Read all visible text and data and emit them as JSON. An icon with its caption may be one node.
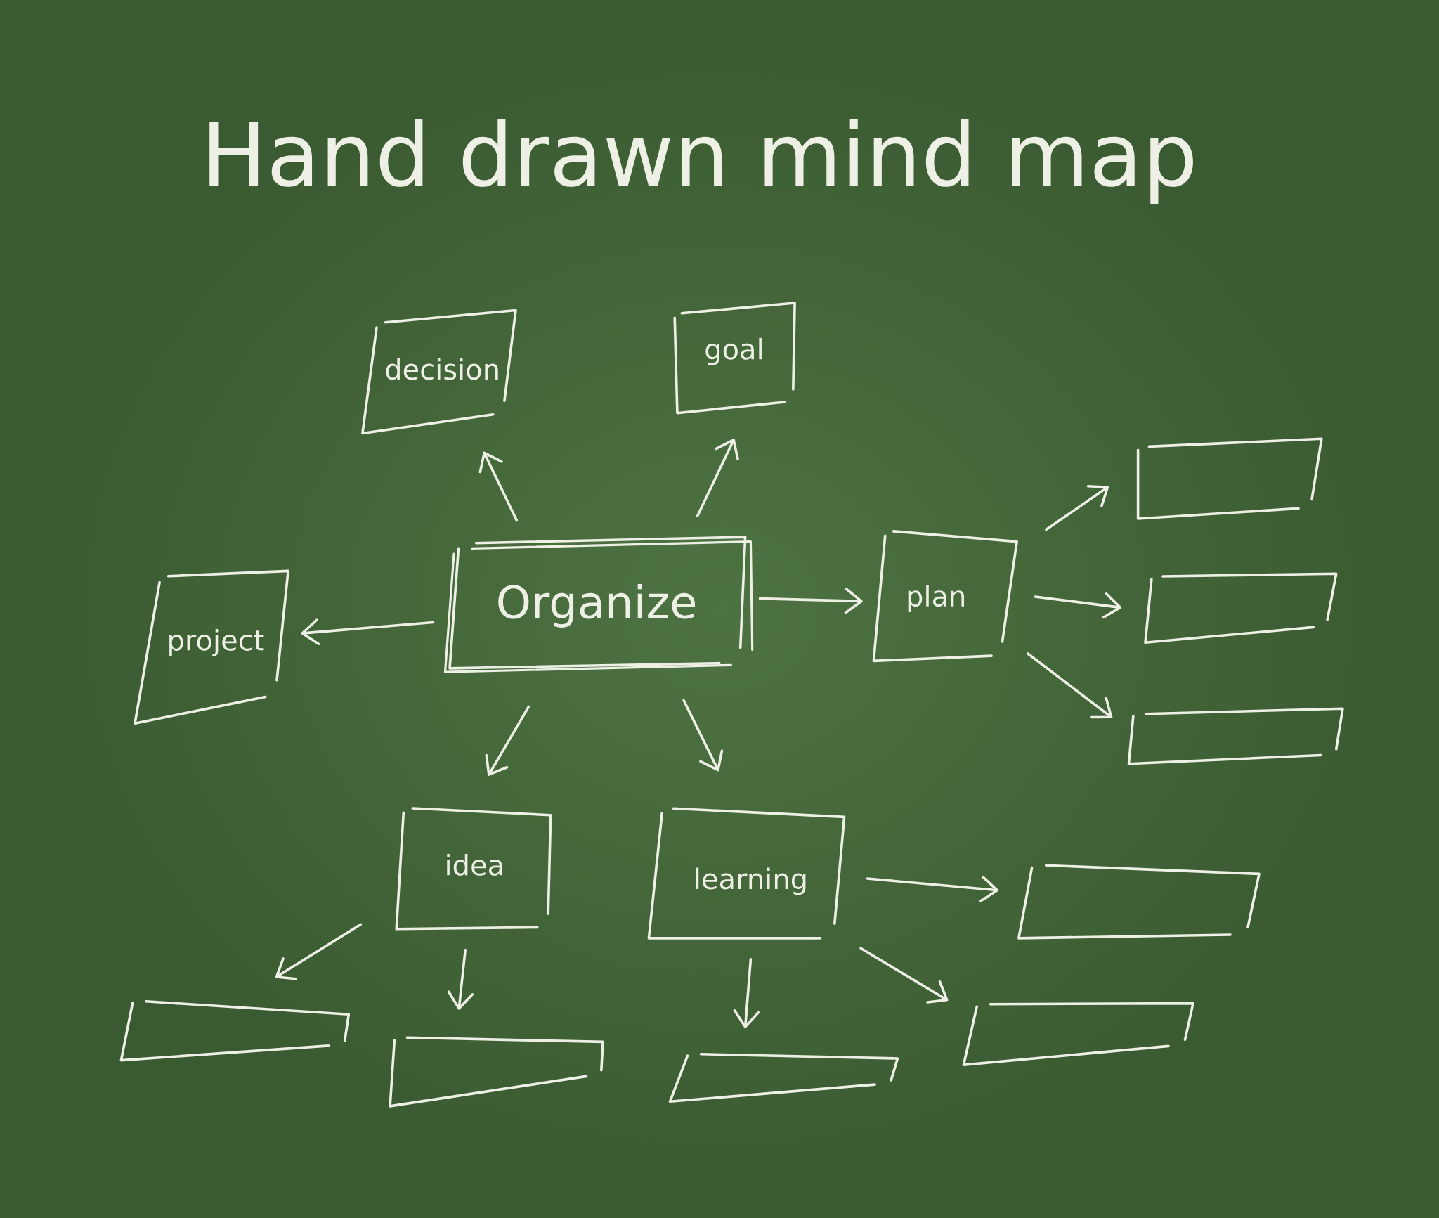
{
  "diagram": {
    "title": "Hand drawn mind map",
    "nodes": [
      {
        "text": [
          "decision"
        ]
      },
      {
        "text": [
          "goal"
        ]
      },
      {
        "text": [
          "project"
        ]
      },
      {
        "text": [
          "Organize"
        ]
      },
      {
        "text": [
          "plan"
        ]
      },
      {
        "text": [
          "idea"
        ]
      },
      {
        "text": [
          "learning"
        ]
      },
      {
        "text": [],
        "shape": "box"
      },
      {
        "text": [],
        "shape": "box"
      },
      {
        "text": [],
        "shape": "box"
      },
      {
        "text": [],
        "shape": "box"
      },
      {
        "text": [],
        "shape": "box"
      },
      {
        "text": [],
        "shape": "box"
      },
      {
        "text": [],
        "shape": "box"
      },
      {
        "text": [],
        "shape": "box"
      }
    ],
    "edges": [
      {
        "from": 3,
        "to": 0,
        "arrow": "to"
      },
      {
        "from": 3,
        "to": 1,
        "arrow": "to"
      },
      {
        "from": 3,
        "to": 2,
        "arrow": "to"
      },
      {
        "from": 3,
        "to": 4,
        "arrow": "to"
      },
      {
        "from": 3,
        "to": 5,
        "arrow": "to"
      },
      {
        "from": 3,
        "to": 6,
        "arrow": "to"
      },
      {
        "from": 4,
        "to": 7,
        "arrow": "to"
      },
      {
        "from": 4,
        "to": 8,
        "arrow": "to"
      },
      {
        "from": 4,
        "to": 9,
        "arrow": "to"
      },
      {
        "from": 5,
        "to": 11,
        "arrow": "to"
      },
      {
        "from": 5,
        "to": 13,
        "arrow": "to"
      },
      {
        "from": 6,
        "to": 14,
        "arrow": "to"
      },
      {
        "from": 6,
        "to": 12,
        "arrow": "to"
      },
      {
        "from": 6,
        "to": 10,
        "arrow": "to"
      }
    ]
  }
}
